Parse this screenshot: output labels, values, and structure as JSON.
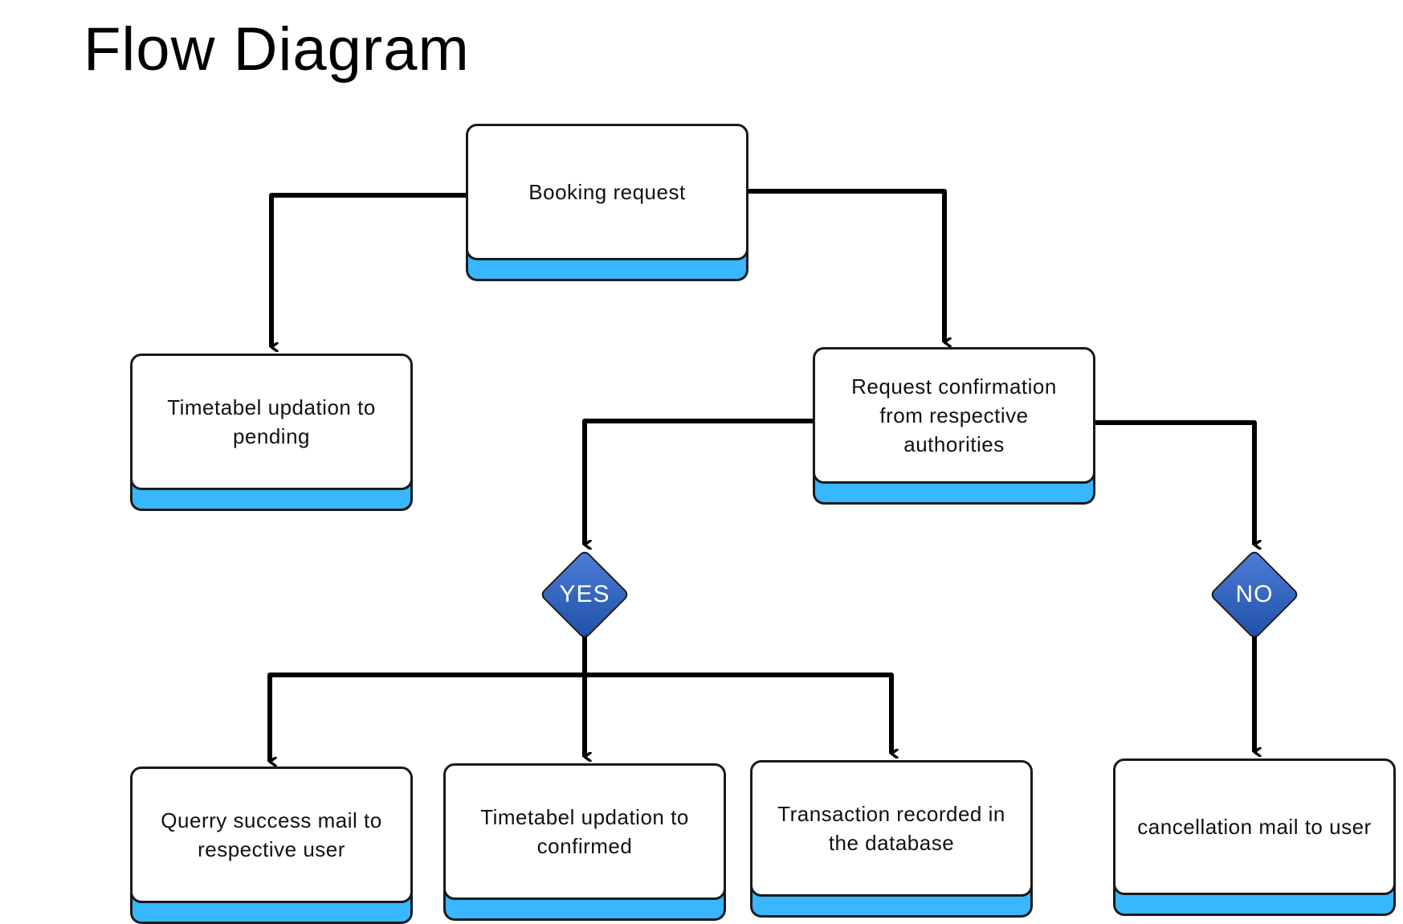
{
  "title": "Flow Diagram",
  "nodes": {
    "booking_request": "Booking request",
    "timetable_pending": "Timetabel updation to pending",
    "request_confirmation": "Request confirmation from respective authorities",
    "decision_yes": "YES",
    "decision_no": "NO",
    "success_mail": "Querry success mail to respective user",
    "timetable_confirmed": "Timetabel updation to confirmed",
    "transaction_recorded": "Transaction recorded in the database",
    "cancellation_mail": "cancellation mail to user"
  },
  "colors": {
    "box_fill": "#ffffff",
    "box_accent": "#38b6ff",
    "diamond_fill": "#2f62bf",
    "line": "#000000"
  }
}
